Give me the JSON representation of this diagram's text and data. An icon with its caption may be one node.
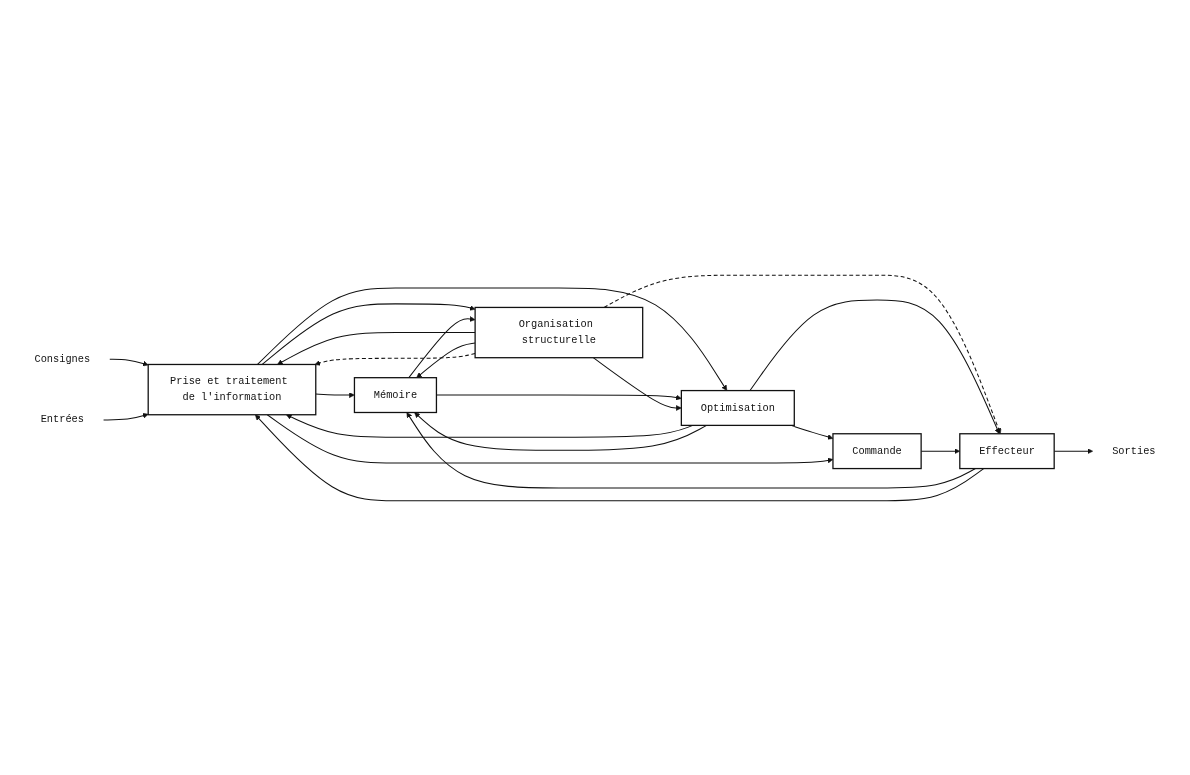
{
  "diagram": {
    "nodes": [
      {
        "text": [
          "Consignes"
        ]
      },
      {
        "text": [
          "Prise et traitement de l'information"
        ]
      },
      {
        "text": [
          "Organisation structurelle"
        ]
      },
      {
        "text": [
          "Mémoire"
        ]
      },
      {
        "text": [
          "Entrées"
        ]
      },
      {
        "text": [
          "Optimisation"
        ]
      },
      {
        "text": [
          "Commande"
        ]
      },
      {
        "text": [
          "Effecteur"
        ]
      },
      {
        "text": [
          "Sorties"
        ]
      }
    ],
    "edges": [
      {
        "from": 0,
        "to": 1,
        "arrow": "to"
      },
      {
        "from": 4,
        "to": 1,
        "arrow": "to"
      },
      {
        "from": 1,
        "to": 3,
        "arrow": "to"
      },
      {
        "from": 1,
        "to": 2,
        "arrow": "to"
      },
      {
        "from": 2,
        "to": 1,
        "arrow": "to"
      },
      {
        "from": 2,
        "to": 3,
        "arrow": "to"
      },
      {
        "from": 3,
        "to": 2,
        "arrow": "to"
      },
      {
        "from": 1,
        "to": 5,
        "arrow": "to"
      },
      {
        "from": 5,
        "to": 1,
        "arrow": "to"
      },
      {
        "from": 5,
        "to": 3,
        "arrow": "to"
      },
      {
        "from": 3,
        "to": 5,
        "arrow": "to"
      },
      {
        "from": 2,
        "to": 5,
        "arrow": "to"
      },
      {
        "from": 2,
        "to": 1,
        "arrow": "to",
        "style": "dashed"
      },
      {
        "from": 2,
        "to": 7,
        "arrow": "to",
        "style": "dashed"
      },
      {
        "from": 5,
        "to": 6,
        "arrow": "to"
      },
      {
        "from": 5,
        "to": 7,
        "arrow": "to"
      },
      {
        "from": 1,
        "to": 6,
        "arrow": "to"
      },
      {
        "from": 6,
        "to": 7,
        "arrow": "to"
      },
      {
        "from": 7,
        "to": 3,
        "arrow": "to"
      },
      {
        "from": 7,
        "to": 8,
        "arrow": "to"
      },
      {
        "from": 7,
        "to": 1,
        "arrow": "to"
      }
    ]
  }
}
